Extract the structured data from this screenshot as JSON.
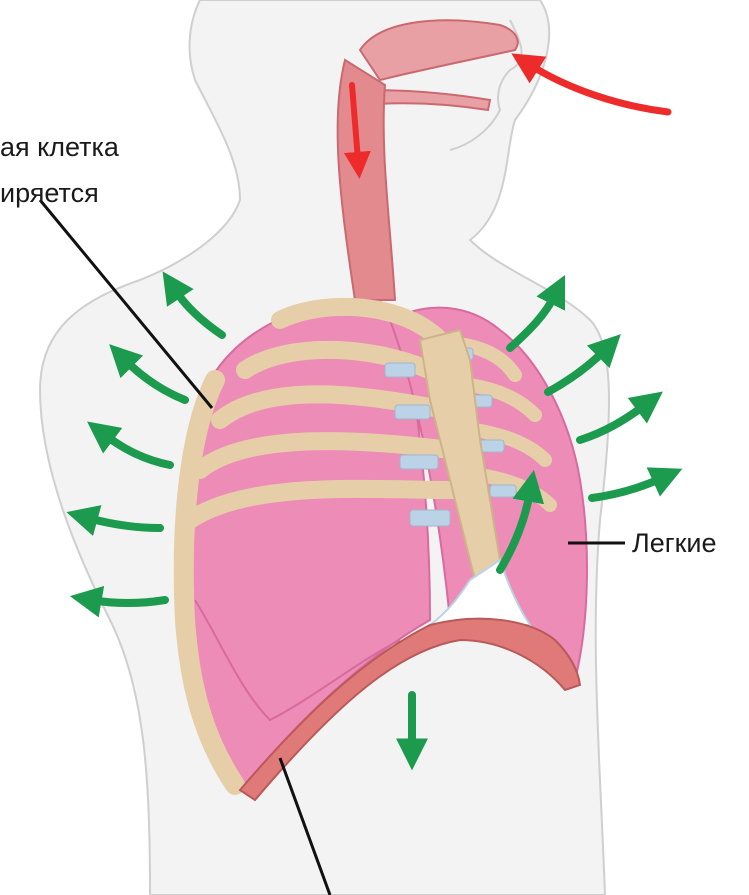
{
  "labels": {
    "chest_line1": "ая клетка",
    "chest_line2": "иряется",
    "lungs": "Легкие"
  },
  "colors": {
    "body_fill": "#f3f3f3",
    "body_outline": "#cfcfcf",
    "lung_fill": "#ee8cb8",
    "lung_shade": "#d96a9e",
    "rib": "#e6cfa8",
    "cartilage": "#bcd2e6",
    "diaphragm": "#e07a78",
    "airway": "#e38a8e",
    "airflow_arrow": "#ee2b2b",
    "expansion_arrow": "#1c9a4e",
    "leader_line": "#111111"
  },
  "icons": {
    "airflow": "red-inhale-arrow",
    "expansion": "green-expansion-arrow",
    "diaphragm_motion": "green-down-arrow"
  }
}
